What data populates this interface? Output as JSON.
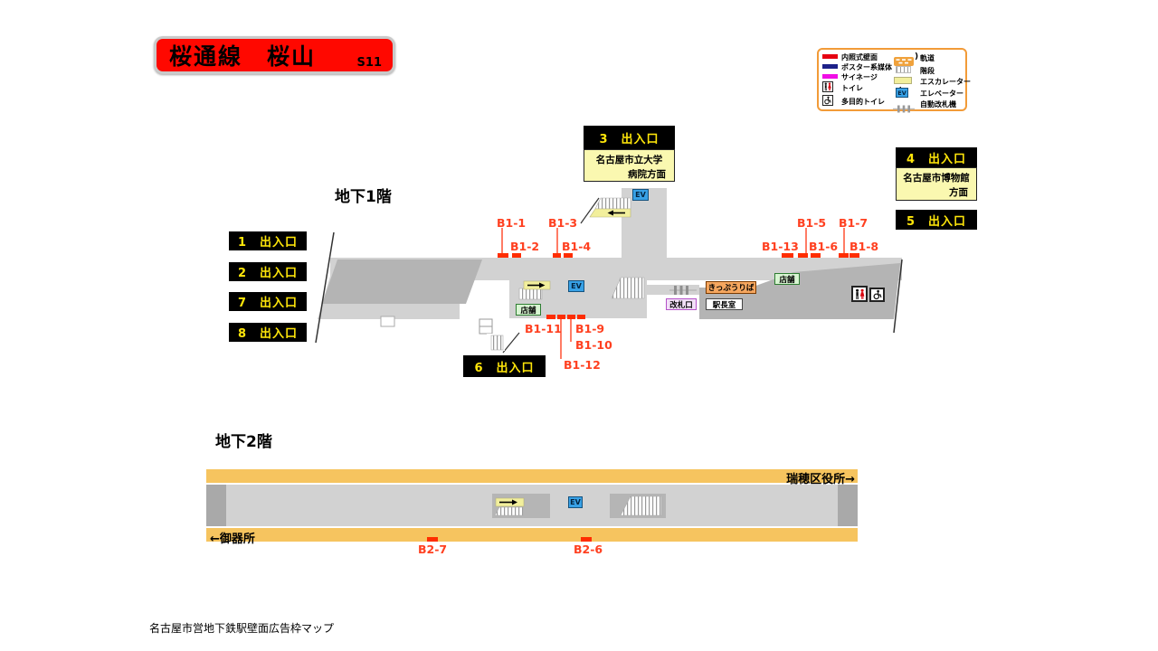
{
  "title": {
    "text": "桜通線　桜山",
    "code": "S11"
  },
  "headings": {
    "b1": "地下1階",
    "b2": "地下2階"
  },
  "caption": "名古屋市営地下鉄駅壁面広告枠マップ",
  "exits": {
    "e1": "1　出入口",
    "e2": "2　出入口",
    "e7": "7　出入口",
    "e8": "8　出入口",
    "e5": "5　出入口",
    "e6": "6　出入口",
    "e3": {
      "label": "3　出入口",
      "dest_line1": "名古屋市立大学",
      "dest_line2": "病院方面"
    },
    "e4": {
      "label": "4　出入口",
      "dest_line1": "名古屋市博物館",
      "dest_line2": "方面"
    }
  },
  "facilities": {
    "ev": "EV",
    "shop": "店舗",
    "ticket_counter": "きっぷうりば",
    "fare_gate": "改札口",
    "station_office": "駅長室"
  },
  "ads": {
    "b1_1": "B1-1",
    "b1_2": "B1-2",
    "b1_3": "B1-3",
    "b1_4": "B1-4",
    "b1_5": "B1-5",
    "b1_6": "B1-6",
    "b1_7": "B1-7",
    "b1_8": "B1-8",
    "b1_9": "B1-9",
    "b1_10": "B1-10",
    "b1_11": "B1-11",
    "b1_12": "B1-12",
    "b1_13": "B1-13",
    "b2_6": "B2-6",
    "b2_7": "B2-7"
  },
  "directions": {
    "towards_right": "瑞穂区役所→",
    "towards_left": "←御器所"
  },
  "legend": {
    "left": [
      {
        "label": "内照式壁面",
        "icon": "wall-ad-red-swatch",
        "color": "#e60012"
      },
      {
        "label": "ポスター系媒体",
        "icon": "poster-blue-swatch",
        "color": "#1d2088"
      },
      {
        "label": "サイネージ",
        "icon": "signage-magenta-swatch",
        "color": "#f10de6"
      },
      {
        "label": "トイレ",
        "icon": "toilet-icon"
      },
      {
        "label": "多目的トイレ",
        "icon": "accessible-toilet-icon"
      }
    ],
    "right": [
      {
        "label": "軌道",
        "icon": "track-icon",
        "paren": ")"
      },
      {
        "label": "階段",
        "icon": "stairs-icon"
      },
      {
        "label": "エスカレーター",
        "icon": "escalator-icon"
      },
      {
        "label": "エレベーター",
        "icon": "elevator-icon",
        "text": "EV"
      },
      {
        "label": "自動改札機",
        "icon": "ticket-gate-icon"
      }
    ]
  },
  "colors": {
    "wall_ad_red": "#e60012",
    "poster_blue": "#1d2088",
    "signage_magenta": "#f10de6",
    "ad_marker_red": "#ff2d00",
    "track_orange": "#f6c45f",
    "elevator_blue": "#38a1e6",
    "floor_gray": "#d2d2d2",
    "dark_gray": "#b4b4b4",
    "exit_text_yellow": "#ffe60a",
    "destination_bg_yellow": "#faf8b0",
    "title_red": "#ff0800"
  }
}
